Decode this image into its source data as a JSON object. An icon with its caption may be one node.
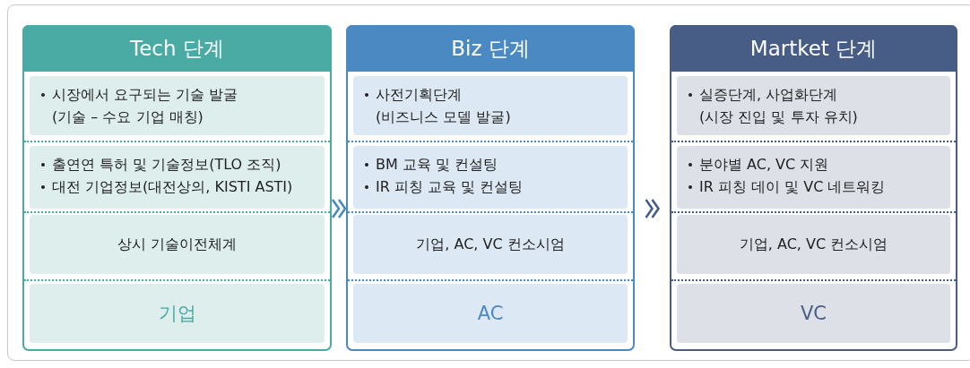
{
  "diagram": {
    "nodes": [
      {
        "text": [
          "Tech 단계"
        ]
      },
      {
        "text": [
          "시장에서 요구되는 기술 발굴 (기술 – 수요 기업 매칭)"
        ],
        "in": 0
      },
      {
        "text": [
          "출연연 특허 및 기술정보(TLO 조직)",
          "대전 기업정보(대전상의, KISTI ASTI)"
        ],
        "in": 0
      },
      {
        "text": [
          "상시 기술이전체계"
        ],
        "in": 0
      },
      {
        "text": [
          "기업"
        ],
        "in": 0
      },
      {
        "text": [
          "Biz 단계"
        ]
      },
      {
        "text": [
          "사전기획단계 (비즈니스 모델 발굴)"
        ],
        "in": 5
      },
      {
        "text": [
          "BM 교육 및 컨설팅",
          "IR 피칭 교육 및 컨설팅"
        ],
        "in": 5
      },
      {
        "text": [
          "기업, AC, VC 컨소시엄"
        ],
        "in": 5
      },
      {
        "text": [
          "AC"
        ],
        "in": 5
      },
      {
        "text": [
          "Martket 단계"
        ]
      },
      {
        "text": [
          "실증단계, 사업화단계 (시장 진입 및 투자 유치)"
        ],
        "in": 10
      },
      {
        "text": [
          "분야별 AC, VC 지원",
          "IR 피칭 데이 및 VC 네트워킹"
        ],
        "in": 10
      },
      {
        "text": [
          "기업, AC, VC 컨소시엄"
        ],
        "in": 10
      },
      {
        "text": [
          "VC"
        ],
        "in": 10
      }
    ],
    "edges": [
      {
        "from": 0,
        "to": 5,
        "arrow": "to"
      },
      {
        "from": 5,
        "to": 10,
        "arrow": "to"
      }
    ]
  }
}
